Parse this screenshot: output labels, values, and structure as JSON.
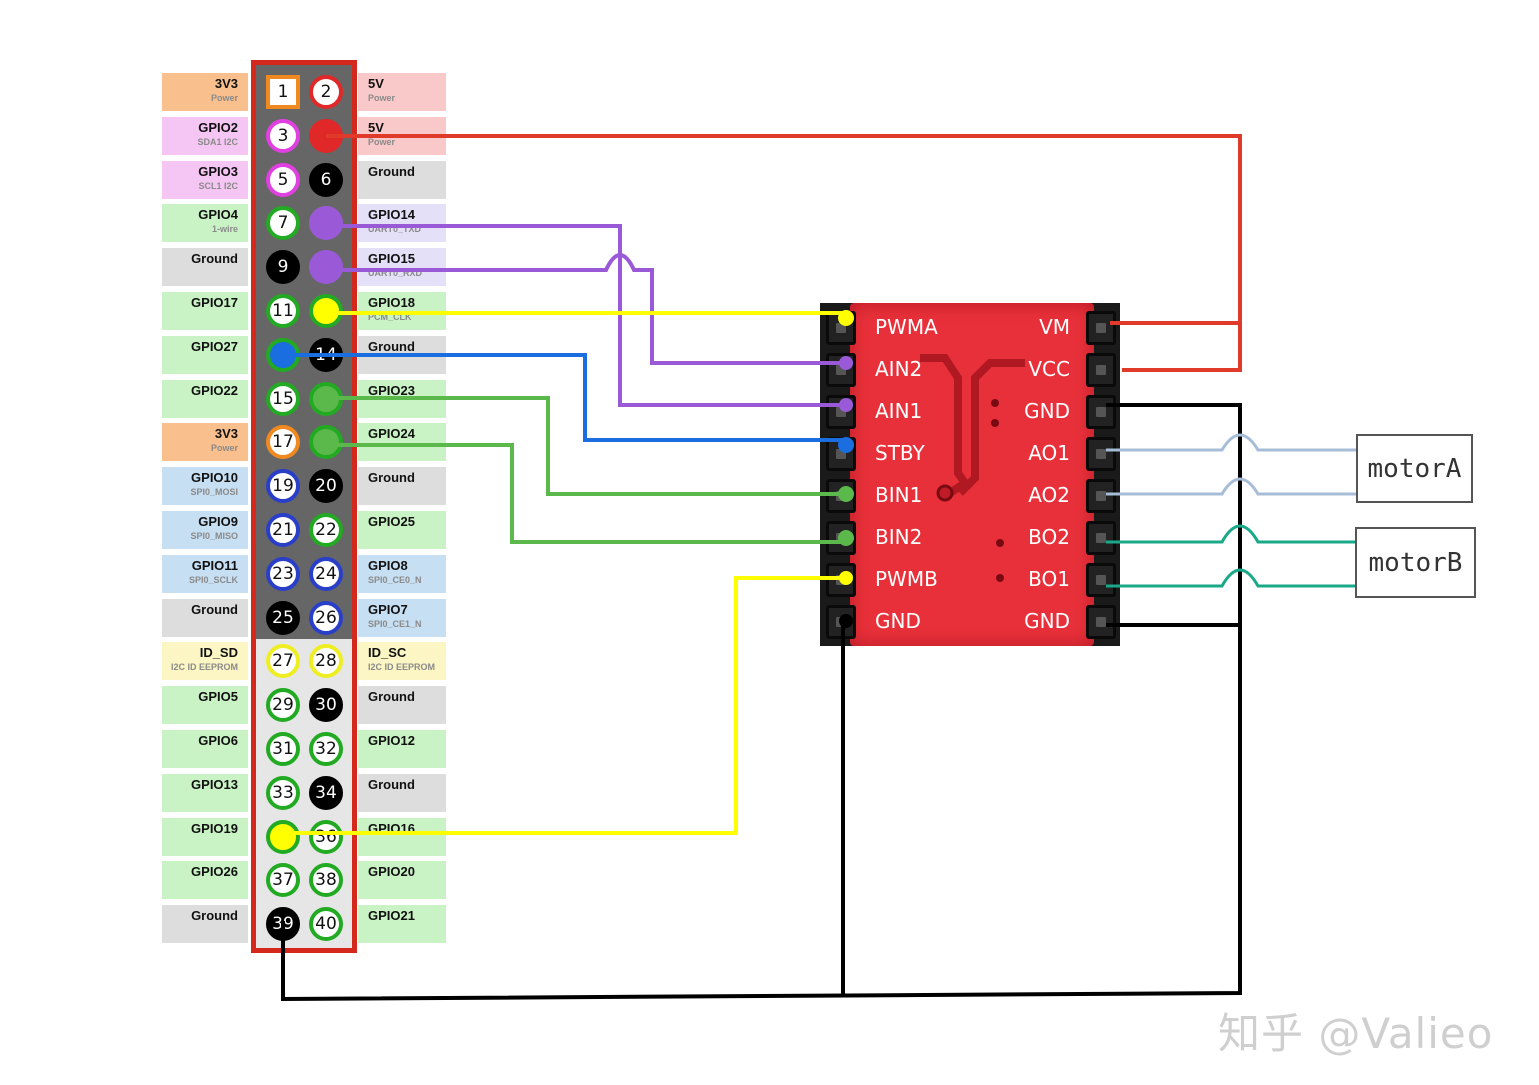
{
  "gpio_header": {
    "rows": [
      {
        "left_name": "3V3",
        "left_sub": "Power",
        "left_pin": "1",
        "right_pin": "2",
        "right_name": "5V",
        "right_sub": "Power",
        "left_bg": "#f9c08e",
        "right_bg": "#f9c8c8",
        "left_ring": "#f08a20",
        "right_ring": "#e02828",
        "left_fill": "#ffffff",
        "right_fill": "#ffffff"
      },
      {
        "left_name": "GPIO2",
        "left_sub": "SDA1 I2C",
        "left_pin": "3",
        "right_pin": "",
        "right_name": "5V",
        "right_sub": "Power",
        "left_bg": "#f5c6f3",
        "right_bg": "#f9c8c8",
        "left_ring": "#e040e0",
        "right_ring": "#e02828",
        "left_fill": "#ffffff",
        "right_fill": "#e02828"
      },
      {
        "left_name": "GPIO3",
        "left_sub": "SCL1 I2C",
        "left_pin": "5",
        "right_pin": "6",
        "right_name": "Ground",
        "right_sub": "",
        "left_bg": "#f5c6f3",
        "right_bg": "#dddddd",
        "left_ring": "#e040e0",
        "right_ring": "#000000",
        "left_fill": "#ffffff",
        "right_fill": "#000000"
      },
      {
        "left_name": "GPIO4",
        "left_sub": "1-wire",
        "left_pin": "7",
        "right_pin": "",
        "right_name": "GPIO14",
        "right_sub": "UART0_TXD",
        "left_bg": "#c9f2c5",
        "right_bg": "#e4e0f7",
        "left_ring": "#22aa22",
        "right_ring": "#9a5ad8",
        "left_fill": "#ffffff",
        "right_fill": "#9a5ad8"
      },
      {
        "left_name": "Ground",
        "left_sub": "",
        "left_pin": "9",
        "right_pin": "",
        "right_name": "GPIO15",
        "right_sub": "UART0_RXD",
        "left_bg": "#dddddd",
        "right_bg": "#e4e0f7",
        "left_ring": "#000000",
        "right_ring": "#9a5ad8",
        "left_fill": "#000000",
        "right_fill": "#9a5ad8"
      },
      {
        "left_name": "GPIO17",
        "left_sub": "",
        "left_pin": "11",
        "right_pin": "",
        "right_name": "GPIO18",
        "right_sub": "PCM_CLK",
        "left_bg": "#c9f2c5",
        "right_bg": "#c9f2c5",
        "left_ring": "#22aa22",
        "right_ring": "#22aa22",
        "left_fill": "#ffffff",
        "right_fill": "#ffff00"
      },
      {
        "left_name": "GPIO27",
        "left_sub": "",
        "left_pin": "",
        "right_pin": "14",
        "right_name": "Ground",
        "right_sub": "",
        "left_bg": "#c9f2c5",
        "right_bg": "#dddddd",
        "left_ring": "#22aa22",
        "right_ring": "#000000",
        "left_fill": "#1a6ee0",
        "right_fill": "#000000"
      },
      {
        "left_name": "GPIO22",
        "left_sub": "",
        "left_pin": "15",
        "right_pin": "",
        "right_name": "GPIO23",
        "right_sub": "",
        "left_bg": "#c9f2c5",
        "right_bg": "#c9f2c5",
        "left_ring": "#22aa22",
        "right_ring": "#22aa22",
        "left_fill": "#ffffff",
        "right_fill": "#5bb84a"
      },
      {
        "left_name": "3V3",
        "left_sub": "Power",
        "left_pin": "17",
        "right_pin": "",
        "right_name": "GPIO24",
        "right_sub": "",
        "left_bg": "#f9c08e",
        "right_bg": "#c9f2c5",
        "left_ring": "#f08a20",
        "right_ring": "#22aa22",
        "left_fill": "#ffffff",
        "right_fill": "#5bb84a"
      },
      {
        "left_name": "GPIO10",
        "left_sub": "SPI0_MOSI",
        "left_pin": "19",
        "right_pin": "20",
        "right_name": "Ground",
        "right_sub": "",
        "left_bg": "#c7dff2",
        "right_bg": "#dddddd",
        "left_ring": "#2a3fc8",
        "right_ring": "#000000",
        "left_fill": "#ffffff",
        "right_fill": "#000000"
      },
      {
        "left_name": "GPIO9",
        "left_sub": "SPI0_MISO",
        "left_pin": "21",
        "right_pin": "22",
        "right_name": "GPIO25",
        "right_sub": "",
        "left_bg": "#c7dff2",
        "right_bg": "#c9f2c5",
        "left_ring": "#2a3fc8",
        "right_ring": "#22aa22",
        "left_fill": "#ffffff",
        "right_fill": "#ffffff"
      },
      {
        "left_name": "GPIO11",
        "left_sub": "SPI0_SCLK",
        "left_pin": "23",
        "right_pin": "24",
        "right_name": "GPIO8",
        "right_sub": "SPI0_CE0_N",
        "left_bg": "#c7dff2",
        "right_bg": "#c7dff2",
        "left_ring": "#2a3fc8",
        "right_ring": "#2a3fc8",
        "left_fill": "#ffffff",
        "right_fill": "#ffffff"
      },
      {
        "left_name": "Ground",
        "left_sub": "",
        "left_pin": "25",
        "right_pin": "26",
        "right_name": "GPIO7",
        "right_sub": "SPI0_CE1_N",
        "left_bg": "#dddddd",
        "right_bg": "#c7dff2",
        "left_ring": "#000000",
        "right_ring": "#2a3fc8",
        "left_fill": "#000000",
        "right_fill": "#ffffff"
      },
      {
        "left_name": "ID_SD",
        "left_sub": "I2C ID EEPROM",
        "left_pin": "27",
        "right_pin": "28",
        "right_name": "ID_SC",
        "right_sub": "I2C ID EEPROM",
        "left_bg": "#fbf6c4",
        "right_bg": "#fbf6c4",
        "left_ring": "#eeee22",
        "right_ring": "#eeee22",
        "left_fill": "#ffffff",
        "right_fill": "#ffffff"
      },
      {
        "left_name": "GPIO5",
        "left_sub": "",
        "left_pin": "29",
        "right_pin": "30",
        "right_name": "Ground",
        "right_sub": "",
        "left_bg": "#c9f2c5",
        "right_bg": "#dddddd",
        "left_ring": "#22aa22",
        "right_ring": "#000000",
        "left_fill": "#ffffff",
        "right_fill": "#000000"
      },
      {
        "left_name": "GPIO6",
        "left_sub": "",
        "left_pin": "31",
        "right_pin": "32",
        "right_name": "GPIO12",
        "right_sub": "",
        "left_bg": "#c9f2c5",
        "right_bg": "#c9f2c5",
        "left_ring": "#22aa22",
        "right_ring": "#22aa22",
        "left_fill": "#ffffff",
        "right_fill": "#ffffff"
      },
      {
        "left_name": "GPIO13",
        "left_sub": "",
        "left_pin": "33",
        "right_pin": "34",
        "right_name": "Ground",
        "right_sub": "",
        "left_bg": "#c9f2c5",
        "right_bg": "#dddddd",
        "left_ring": "#22aa22",
        "right_ring": "#000000",
        "left_fill": "#ffffff",
        "right_fill": "#000000"
      },
      {
        "left_name": "GPIO19",
        "left_sub": "",
        "left_pin": "",
        "right_pin": "36",
        "right_name": "GPIO16",
        "right_sub": "",
        "left_bg": "#c9f2c5",
        "right_bg": "#c9f2c5",
        "left_ring": "#22aa22",
        "right_ring": "#22aa22",
        "left_fill": "#ffff00",
        "right_fill": "#ffffff"
      },
      {
        "left_name": "GPIO26",
        "left_sub": "",
        "left_pin": "37",
        "right_pin": "38",
        "right_name": "GPIO20",
        "right_sub": "",
        "left_bg": "#c9f2c5",
        "right_bg": "#c9f2c5",
        "left_ring": "#22aa22",
        "right_ring": "#22aa22",
        "left_fill": "#ffffff",
        "right_fill": "#ffffff"
      },
      {
        "left_name": "Ground",
        "left_sub": "",
        "left_pin": "39",
        "right_pin": "40",
        "right_name": "GPIO21",
        "right_sub": "",
        "left_bg": "#dddddd",
        "right_bg": "#c9f2c5",
        "left_ring": "#000000",
        "right_ring": "#22aa22",
        "left_fill": "#000000",
        "right_fill": "#ffffff"
      }
    ]
  },
  "driver_board": {
    "left_labels": [
      "PWMA",
      "AIN2",
      "AIN1",
      "STBY",
      "BIN1",
      "BIN2",
      "PWMB",
      "GND"
    ],
    "right_labels": [
      "VM",
      "VCC",
      "GND",
      "AO1",
      "AO2",
      "BO2",
      "BO1",
      "GND"
    ],
    "board_color": "#e8303a"
  },
  "motors": [
    {
      "label": "motorA"
    },
    {
      "label": "motorB"
    }
  ],
  "wire_colors": {
    "power": "#e03b2a",
    "uart": "#9a5ad8",
    "pwm": "#ffff00",
    "standby": "#1a6ee0",
    "bin": "#5bb84a",
    "ground": "#000000",
    "motor_a": "#a7bcd6",
    "motor_b": "#1aa889"
  },
  "watermark": "知乎 @Valieo"
}
